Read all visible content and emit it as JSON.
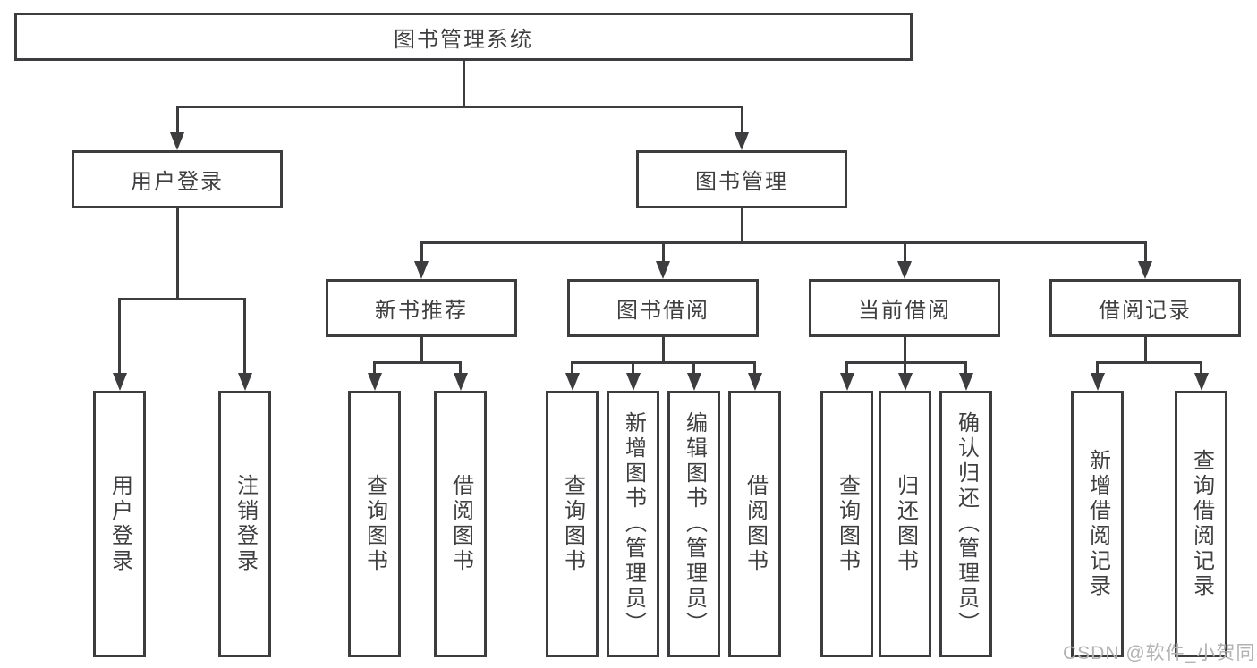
{
  "diagram": {
    "root": {
      "label": "图书管理系统"
    },
    "branches": [
      {
        "label": "用户登录",
        "children": [
          {
            "label": "用户登录"
          },
          {
            "label": "注销登录"
          }
        ]
      },
      {
        "label": "图书管理",
        "children": [
          {
            "label": "新书推荐",
            "children": [
              {
                "label": "查询图书"
              },
              {
                "label": "借阅图书"
              }
            ]
          },
          {
            "label": "图书借阅",
            "children": [
              {
                "label": "查询图书"
              },
              {
                "label": "新增图书（管理员）"
              },
              {
                "label": "编辑图书（管理员）"
              },
              {
                "label": "借阅图书"
              }
            ]
          },
          {
            "label": "当前借阅",
            "children": [
              {
                "label": "查询图书"
              },
              {
                "label": "归还图书"
              },
              {
                "label": "确认归还（管理员）"
              }
            ]
          },
          {
            "label": "借阅记录",
            "children": [
              {
                "label": "新增借阅记录"
              },
              {
                "label": "查询借阅记录"
              }
            ]
          }
        ]
      }
    ],
    "watermark": "CSDN @软件_小贺同学",
    "colors": {
      "line": "#3d3d3f",
      "text": "#3f3f41",
      "watermark": "#b2b2b2",
      "background": "#ffffff"
    }
  }
}
